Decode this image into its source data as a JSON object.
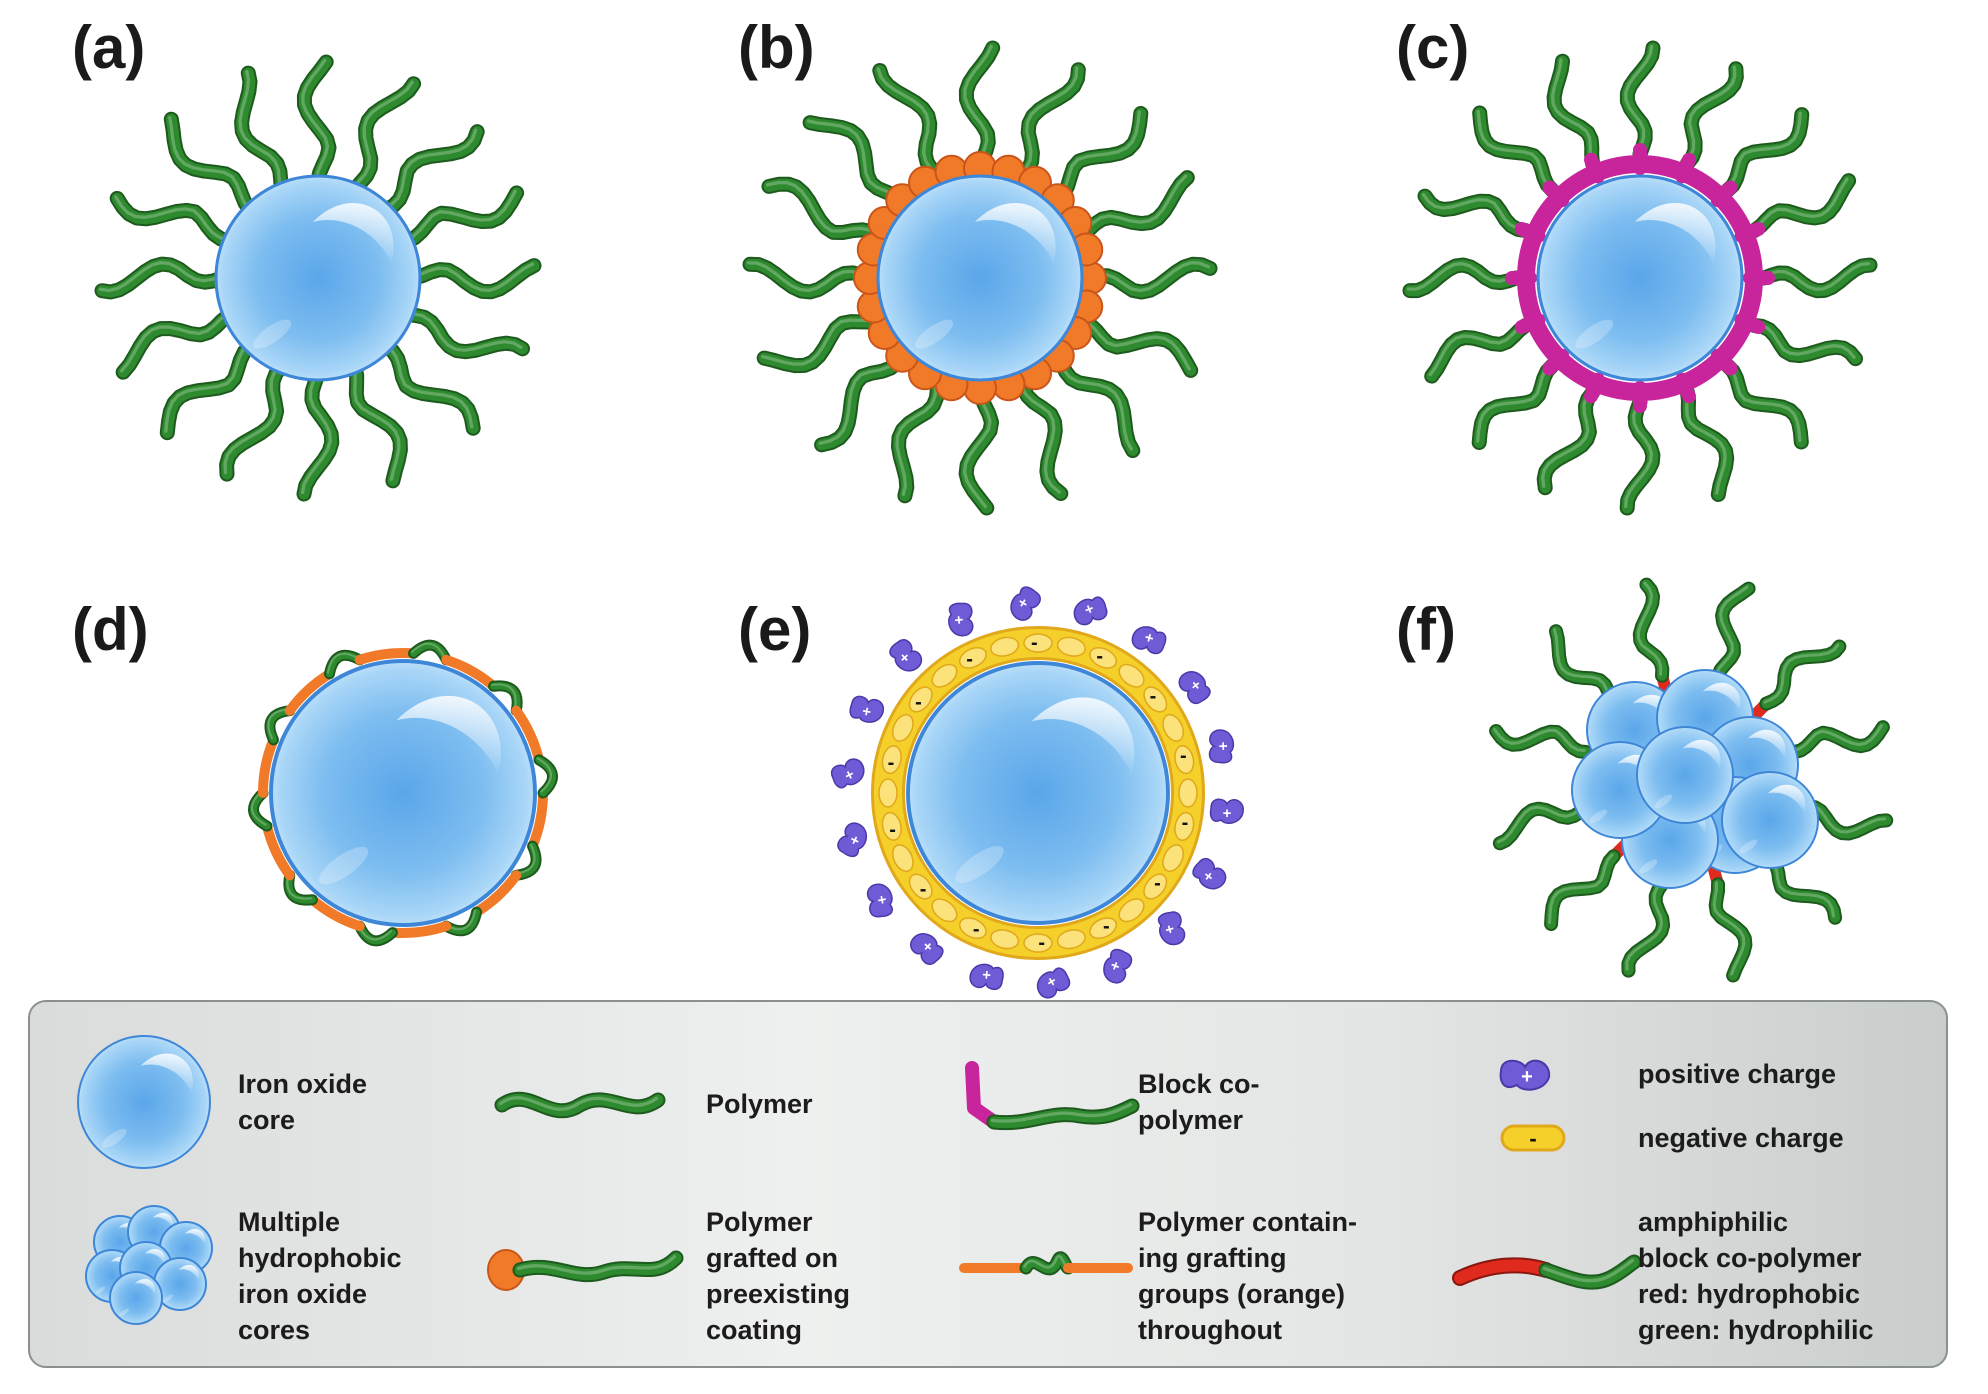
{
  "panels": [
    {
      "label": "(a)"
    },
    {
      "label": "(b)"
    },
    {
      "label": "(c)"
    },
    {
      "label": "(d)"
    },
    {
      "label": "(e)"
    },
    {
      "label": "(f)"
    }
  ],
  "legend": {
    "core": "Iron oxide\ncore",
    "polymer": "Polymer",
    "block_copolymer": "Block co-\npolymer",
    "positive": "positive charge",
    "negative": "negative charge",
    "multiple_cores": "Multiple\nhydrophobic\niron oxide\ncores",
    "grafted": "Polymer\ngrafted on\npreexisting\ncoating",
    "grafting_groups": "Polymer contain-\ning grafting\ngroups (orange)\nthroughout",
    "amphiphilic": "amphiphilic\nblock co-polymer\nred: hydrophobic\ngreen: hydrophilic"
  },
  "charge_symbols": {
    "plus": "+",
    "minus": "-"
  },
  "colors": {
    "core_light": "#cfe9fb",
    "core_mid": "#6fb5ec",
    "core_dark": "#2f7fd1",
    "core_rim": "#3d86d8",
    "polymer_green": "#2e8a2e",
    "polymer_outline": "#1e5a1e",
    "graft_orange": "#f07a28",
    "block_magenta": "#c8249c",
    "positive_purple": "#6f5bd6",
    "negative_yellow": "#f5cf2a",
    "hydrophobic_red": "#e02a1e"
  },
  "icons": [
    "iron-oxide-core-icon",
    "polymer-icon",
    "block-copolymer-icon",
    "positive-charge-icon",
    "negative-charge-icon",
    "multiple-cores-icon",
    "grafted-polymer-icon",
    "grafting-groups-polymer-icon",
    "amphiphilic-copolymer-icon"
  ]
}
